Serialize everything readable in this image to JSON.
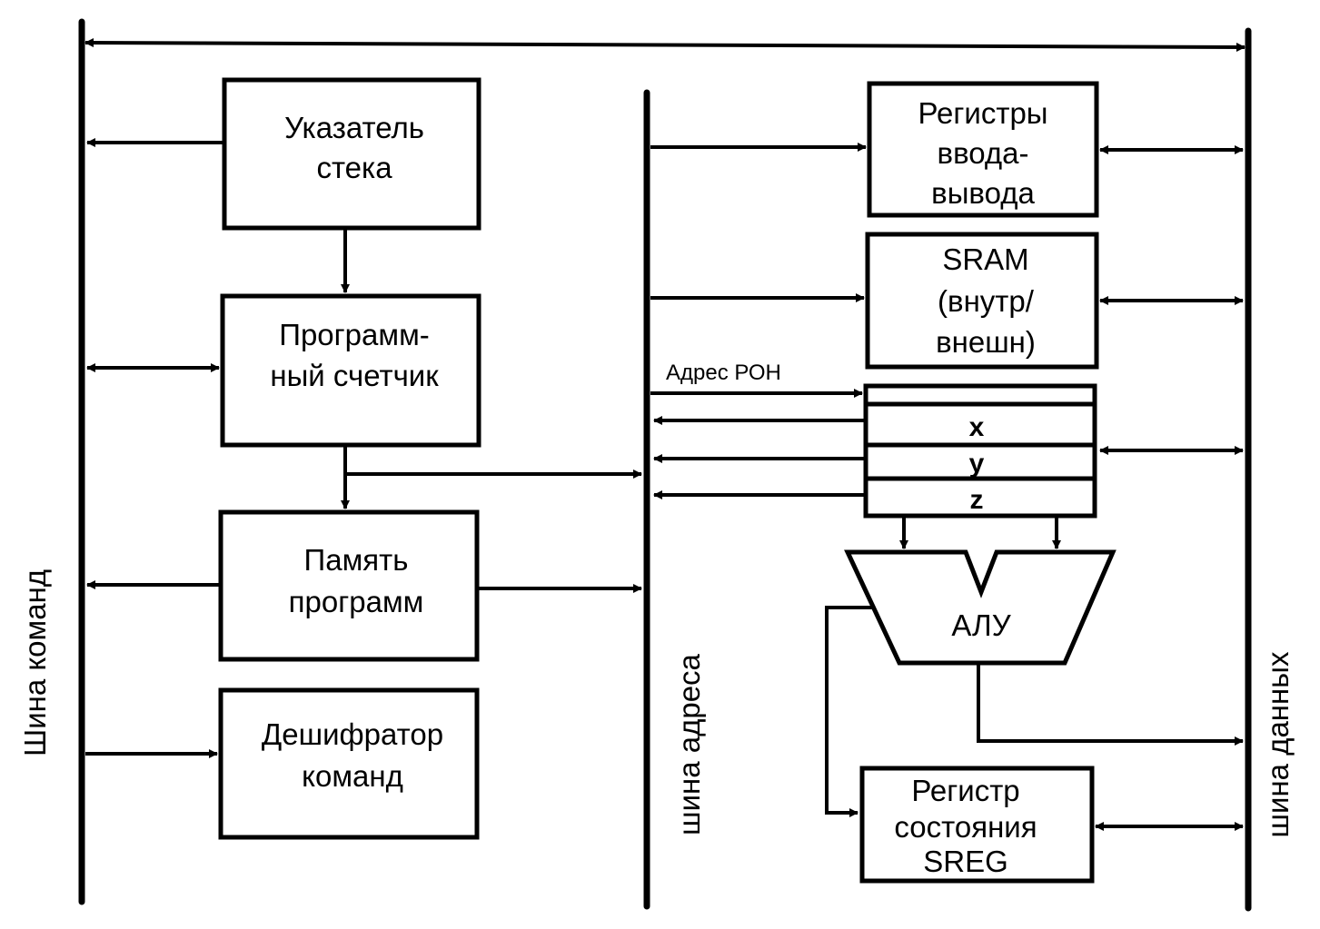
{
  "diagram": {
    "buses": {
      "command": "Шина команд",
      "address": "шина адреса",
      "data": "шина данных"
    },
    "blocks": {
      "stack_pointer": [
        "Указатель",
        "стека"
      ],
      "program_counter": [
        "Программ-",
        "ный счетчик"
      ],
      "program_memory": [
        "Память",
        "программ"
      ],
      "instruction_decoder": [
        "Дешифратор",
        "команд"
      ],
      "io_registers": [
        "Регистры",
        "ввода-",
        "вывода"
      ],
      "sram": [
        "SRAM",
        "(внутр/",
        "внешн)"
      ],
      "alu": "АЛУ",
      "status_register": [
        "Регистр",
        "состояния",
        "SREG"
      ]
    },
    "register_file": {
      "address_label": "Адрес РОН",
      "rows": [
        "",
        "x",
        "y",
        "z"
      ]
    }
  }
}
